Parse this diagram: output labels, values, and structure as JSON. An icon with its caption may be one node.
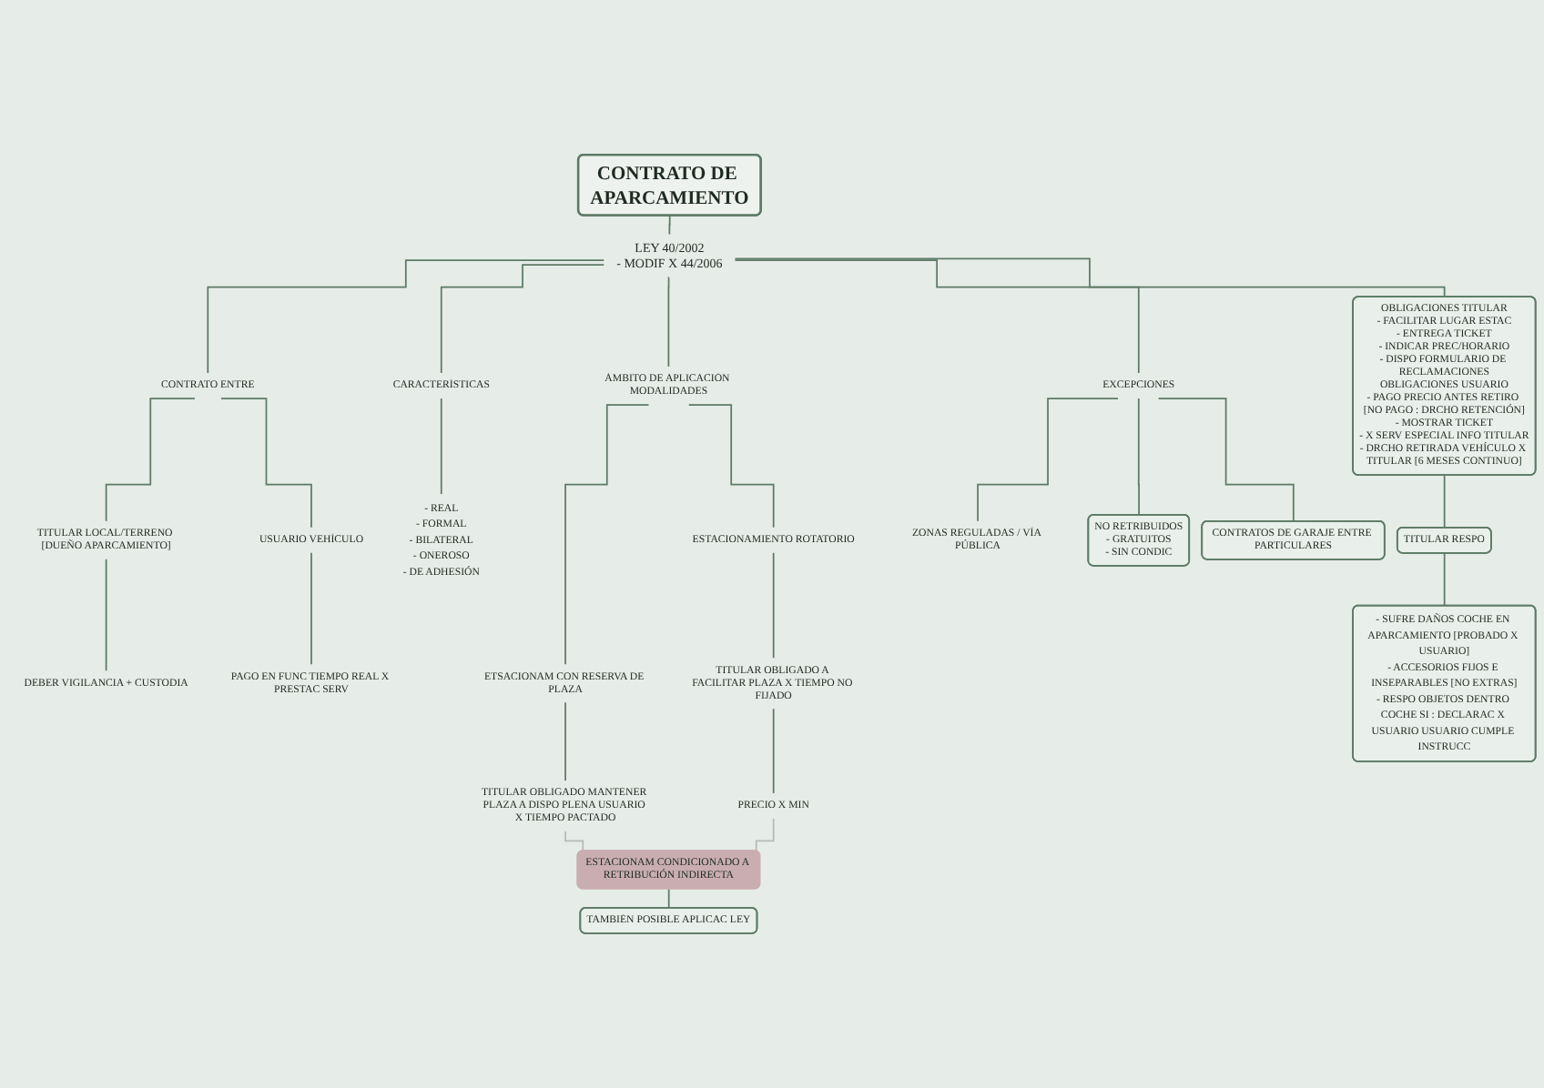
{
  "diagram": {
    "nodes": [
      {
        "text": [
          "CONTRATO DE APARCAMIENTO"
        ]
      },
      {
        "text": [
          "LEY 40/2002 - MODIF X 44/2006"
        ]
      },
      {
        "text": [
          "CONTRATO ENTRE"
        ]
      },
      {
        "text": [
          "TITULAR LOCAL/TERRENO [DUEÑO APARCAMIENTO]"
        ]
      },
      {
        "text": [
          "DEBER VIGILANCIA + CUSTODIA"
        ]
      },
      {
        "text": [
          "USUARIO VEHÍCULO"
        ]
      },
      {
        "text": [
          "PAGO EN FUNC TIEMPO REAL X PRESTAC SERV"
        ]
      },
      {
        "text": [
          "CARACTERÍSTICAS"
        ]
      },
      {
        "text": [
          "- REAL - FORMAL - BILATERAL - ONEROSO - DE ADHESIÓN"
        ]
      },
      {
        "text": [
          "ÁMBITO DE APLICACIÓN MODALIDADES"
        ]
      },
      {
        "text": [
          "ETSACIONAM CON RESERVA DE PLAZA"
        ]
      },
      {
        "text": [
          "TITULAR OBLIGADO MANTENER PLAZA A DISPO PLENA USUARIO X TIEMPO PACTADO"
        ]
      },
      {
        "text": [
          "ESTACIONAMIENTO ROTATORIO"
        ]
      },
      {
        "text": [
          "TITULAR OBLIGADO A FACILITAR PLAZA X TIEMPO NO FIJADO"
        ]
      },
      {
        "text": [
          "PRECIO X MIN"
        ]
      },
      {
        "text": [
          "ESTACIONAM CONDICIONADO A RETRIBUCIÓN INDIRECTA"
        ]
      },
      {
        "text": [
          "TAMBIÉN POSIBLE APLICAC LEY"
        ]
      },
      {
        "text": [
          "EXCEPCIONES"
        ]
      },
      {
        "text": [
          "ZONAS REGULADAS / VÍA PÚBLICA"
        ]
      },
      {
        "text": [
          "NO RETRIBUIDOS - GRATUITOS - SIN CONDIC"
        ]
      },
      {
        "text": [
          "CONTRATOS DE GARAJE ENTRE PARTICULARES"
        ]
      },
      {
        "text": [
          "OBLIGACIONES TITULAR - FACILITAR LUGAR ESTAC - ENTREGA TICKET - INDICAR PREC/HORARIO - DISPO FORMULARIO DE RECLAMACIONES",
          "OBLIGACIONES USUARIO - PAGO PRECIO ANTES RETIRO [NO PAGO : DRCHO RETENCIÓN] - MOSTRAR TICKET - X SERV ESPECIAL INFO TITULAR - DRCHO RETIRADA VEHÍCULO X TITULAR [6 MESES CONTINUO]"
        ]
      },
      {
        "text": [
          "TITULAR RESPO"
        ]
      },
      {
        "text": [
          "- SUFRE DAÑOS COCHE EN APARCAMIENTO [PROBADO X USUARIO] - ACCESORIOS FIJOS E INSEPARABLES [NO EXTRAS] - RESPO OBJETOS DENTRO COCHE SI : DECLARAC X USUARIO USUARIO CUMPLE INSTRUCC"
        ]
      }
    ],
    "edges": [
      {
        "from": 0,
        "to": 1,
        "arrow": "none"
      },
      {
        "from": 1,
        "to": 2,
        "arrow": "none"
      },
      {
        "from": 1,
        "to": 7,
        "arrow": "none"
      },
      {
        "from": 1,
        "to": 9,
        "arrow": "none"
      },
      {
        "from": 1,
        "to": 17,
        "arrow": "none"
      },
      {
        "from": 1,
        "to": 21,
        "arrow": "none"
      },
      {
        "from": 2,
        "to": 3,
        "arrow": "none"
      },
      {
        "from": 2,
        "to": 5,
        "arrow": "none"
      },
      {
        "from": 3,
        "to": 4,
        "arrow": "none"
      },
      {
        "from": 5,
        "to": 6,
        "arrow": "none"
      },
      {
        "from": 7,
        "to": 8,
        "arrow": "none"
      },
      {
        "from": 9,
        "to": 10,
        "arrow": "none"
      },
      {
        "from": 9,
        "to": 12,
        "arrow": "none"
      },
      {
        "from": 10,
        "to": 11,
        "arrow": "none"
      },
      {
        "from": 12,
        "to": 13,
        "arrow": "none"
      },
      {
        "from": 13,
        "to": 14,
        "arrow": "none"
      },
      {
        "from": 11,
        "to": 15,
        "arrow": "none",
        "color": "#b8bab8"
      },
      {
        "from": 14,
        "to": 15,
        "arrow": "none",
        "color": "#b8bab8"
      },
      {
        "from": 15,
        "to": 16,
        "arrow": "none"
      },
      {
        "from": 17,
        "to": 18,
        "arrow": "none"
      },
      {
        "from": 17,
        "to": 19,
        "arrow": "none"
      },
      {
        "from": 17,
        "to": 20,
        "arrow": "none"
      },
      {
        "from": 21,
        "to": 22,
        "arrow": "none"
      },
      {
        "from": 22,
        "to": 23,
        "arrow": "none"
      }
    ]
  }
}
